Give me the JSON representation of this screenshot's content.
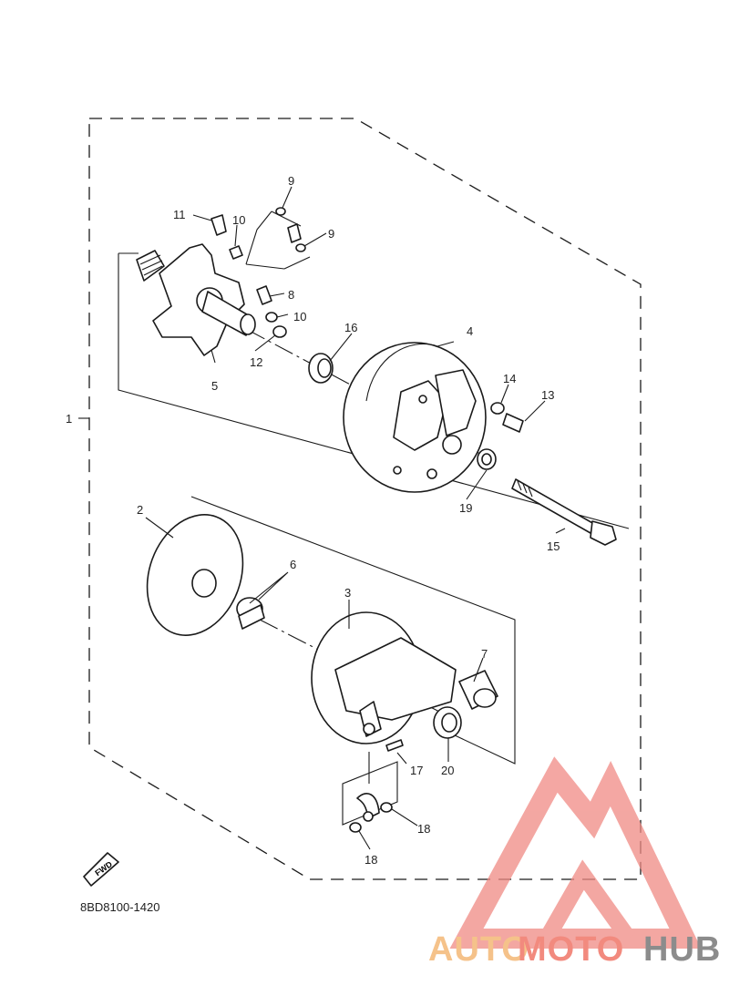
{
  "diagram": {
    "code": "8BD8100-1420",
    "fwd_label": "FWD",
    "callouts": {
      "c1": "1",
      "c2": "2",
      "c3": "3",
      "c4": "4",
      "c5": "5",
      "c6": "6",
      "c7": "7",
      "c8": "8",
      "c9a": "9",
      "c9b": "9",
      "c10a": "10",
      "c10b": "10",
      "c11": "11",
      "c12": "12",
      "c13": "13",
      "c14": "14",
      "c15": "15",
      "c16": "16",
      "c17": "17",
      "c18a": "18",
      "c18b": "18",
      "c19": "19",
      "c20": "20"
    }
  },
  "watermark": {
    "part1": "AUTO",
    "part2": "MOTO",
    "part3": "HUB",
    "colors": {
      "auto": "#f5c28a",
      "moto": "#f28a7e",
      "hub": "#8c8c8c",
      "logo": "#f08a84"
    }
  }
}
